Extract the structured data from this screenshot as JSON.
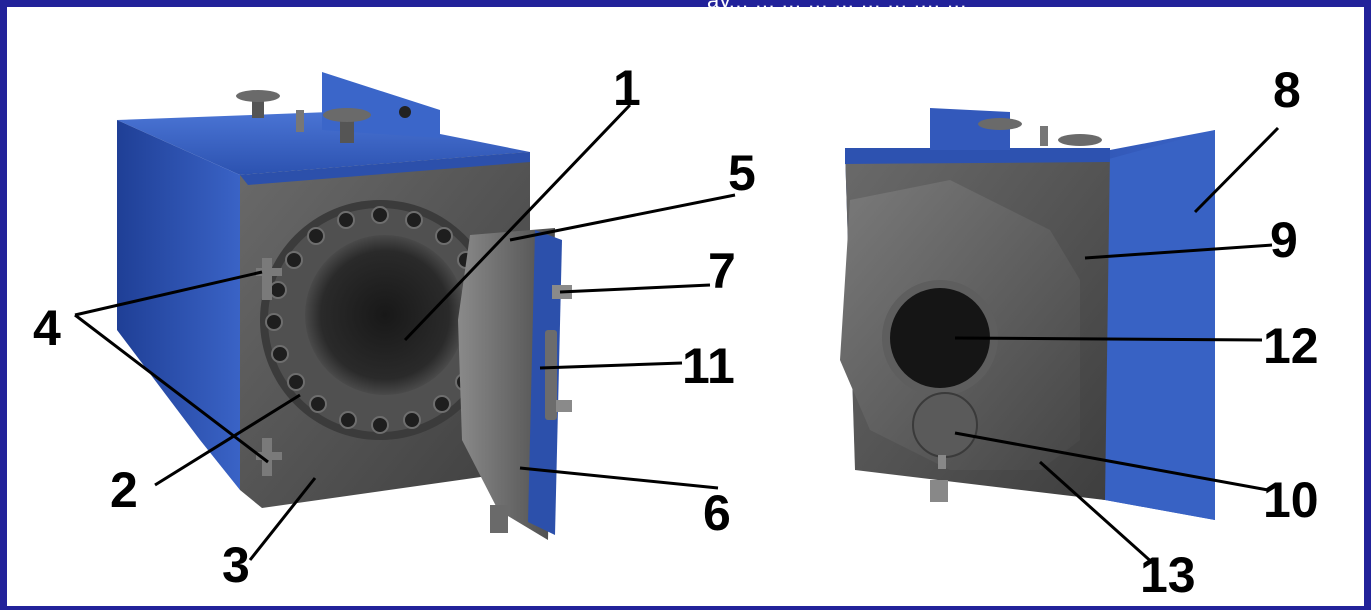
{
  "header": {
    "caption_fragment": "ау... ... ... ... ... ... ... ..., ..."
  },
  "colors": {
    "frame": "#22229a",
    "body_blue": "#2f56b8",
    "steel": "#5a5a5a",
    "steel_dark": "#3a3a3a"
  },
  "labels": {
    "l1": "1",
    "l2": "2",
    "l3": "3",
    "l4": "4",
    "l5": "5",
    "l6": "6",
    "l7": "7",
    "l8": "8",
    "l9": "9",
    "l10": "10",
    "l11": "11",
    "l12": "12",
    "l13": "13"
  }
}
